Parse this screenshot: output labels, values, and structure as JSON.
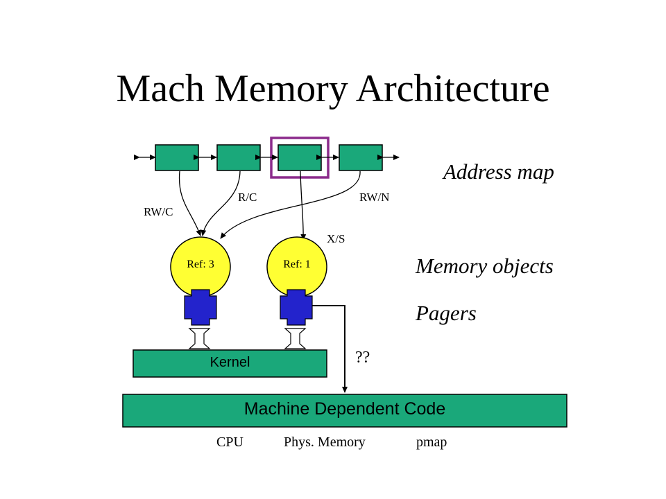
{
  "title": "Mach Memory Architecture",
  "labels": {
    "address_map": "Address map",
    "memory_objects": "Memory objects",
    "pagers": "Pagers"
  },
  "edges": {
    "rw_c": "RW/C",
    "r_c": "R/C",
    "rw_n": "RW/N",
    "x_s": "X/S"
  },
  "objects": {
    "ref3": "Ref: 3",
    "ref1": "Ref: 1"
  },
  "kernel": "Kernel",
  "unknown": "??",
  "mdc": {
    "label": "Machine Dependent Code",
    "items": [
      "CPU",
      "Phys. Memory",
      "pmap"
    ]
  },
  "colors": {
    "entry_fill": "#1aa87a",
    "highlight": "#8b2a8b",
    "object_fill": "#ffff33",
    "pager_fill": "#2323cc"
  }
}
